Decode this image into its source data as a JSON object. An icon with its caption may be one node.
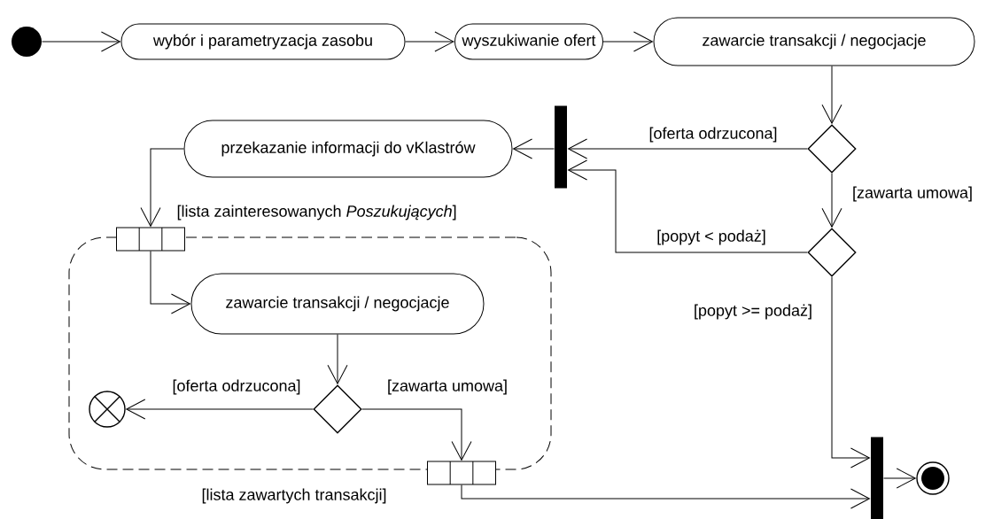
{
  "diagram": {
    "nodes": [
      {
        "text": [],
        "shape": "dot"
      },
      {
        "text": [
          "wybór i parametryzacja zasobu"
        ]
      },
      {
        "text": [
          "wyszukiwanie ofert"
        ]
      },
      {
        "text": [
          "zawarcie transakcji / negocjacje"
        ]
      },
      {
        "text": [],
        "shape": "diamond"
      },
      {
        "text": [],
        "shape": "bar"
      },
      {
        "text": [
          "przekazanie informacji do vKlastrów"
        ]
      },
      {
        "text": [],
        "shape": "diamond"
      },
      {
        "text": [],
        "shape": "box"
      },
      {
        "text": [],
        "shape": "pin",
        "beside": [
          "[lista zainteresowanych *Poszukujących*]"
        ]
      },
      {
        "text": [
          "zawarcie transakcji / negocjacje"
        ],
        "in": 8
      },
      {
        "text": [],
        "shape": "diamond",
        "in": 8
      },
      {
        "text": [],
        "shape": "crossed-circle",
        "in": 8
      },
      {
        "text": [],
        "shape": "pin",
        "beside": [
          "[lista zawartych transakcji]"
        ]
      },
      {
        "text": [],
        "shape": "bar"
      },
      {
        "text": [],
        "shape": "bullseye"
      }
    ],
    "edges": [
      {
        "from": 0,
        "to": 1,
        "arrow": "to"
      },
      {
        "from": 1,
        "to": 2,
        "arrow": "to"
      },
      {
        "from": 2,
        "to": 3,
        "arrow": "to"
      },
      {
        "from": 3,
        "to": 4,
        "arrow": "to"
      },
      {
        "from": 4,
        "to": 5,
        "arrow": "to",
        "label": "[oferta odrzucona]"
      },
      {
        "from": 5,
        "to": 6,
        "arrow": "to"
      },
      {
        "from": 4,
        "to": 7,
        "arrow": "to",
        "label": "[zawarta umowa]"
      },
      {
        "from": 7,
        "to": 5,
        "arrow": "to",
        "label": "[popyt < podaż]"
      },
      {
        "from": 6,
        "to": 9,
        "arrow": "to"
      },
      {
        "from": 9,
        "to": 10,
        "arrow": "to"
      },
      {
        "from": 10,
        "to": 11,
        "arrow": "to"
      },
      {
        "from": 11,
        "to": 12,
        "arrow": "to",
        "label": "[oferta odrzucona]"
      },
      {
        "from": 11,
        "to": 13,
        "arrow": "to",
        "label": "[zawarta umowa]"
      },
      {
        "from": 7,
        "to": 14,
        "arrow": "to",
        "label": "[popyt >= podaż]"
      },
      {
        "from": 13,
        "to": 14,
        "arrow": "to"
      },
      {
        "from": 14,
        "to": 15,
        "arrow": "to"
      }
    ]
  }
}
